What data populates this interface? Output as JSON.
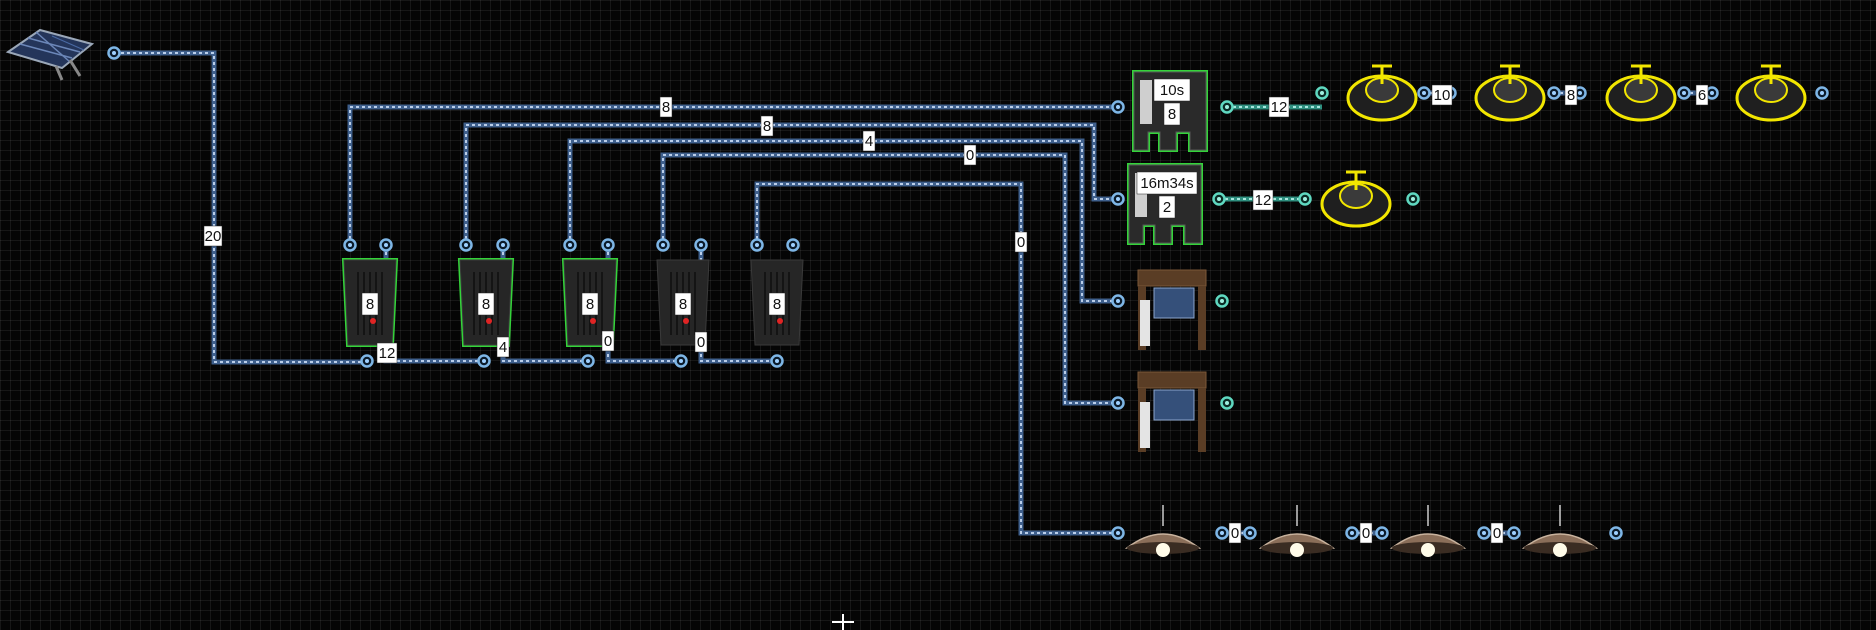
{
  "colors": {
    "background": "#050505",
    "grid": "#1d1d1d",
    "wire": "#3e5f8c",
    "wire_highlight": "#b9cde8",
    "active_outline": "#34d43a",
    "bulb_outline": "#f2e600",
    "port": "#7eb6e6",
    "label_bg": "#ffffff"
  },
  "wire_labels": {
    "solar_feed": "20",
    "to_first_battery": "12",
    "to_second_battery": "4",
    "to_third_battery": "0",
    "to_fourth_battery": "0",
    "battery1_out": "8",
    "battery2_out": "8",
    "battery3_out": "4",
    "battery4_out": "0",
    "battery5_out": "0",
    "timer1_out": "12",
    "timer2_out": "12",
    "bulb_chain_a": "10",
    "bulb_chain_b": "8",
    "bulb_chain_c": "6",
    "lamp_chain_a": "0",
    "lamp_chain_b": "0",
    "lamp_chain_c": "0"
  },
  "components": {
    "batteries": [
      {
        "charge_label": "8",
        "active": true,
        "icon": "battery-icon"
      },
      {
        "charge_label": "8",
        "active": true,
        "icon": "battery-icon"
      },
      {
        "charge_label": "8",
        "active": true,
        "icon": "battery-icon"
      },
      {
        "charge_label": "8",
        "active": false,
        "icon": "battery-icon"
      },
      {
        "charge_label": "8",
        "active": false,
        "icon": "battery-icon"
      }
    ],
    "timers": [
      {
        "time": "10s",
        "value": "8",
        "active": true,
        "icon": "timer-switch-icon"
      },
      {
        "time": "16m34s",
        "value": "2",
        "active": true,
        "icon": "timer-switch-icon"
      }
    ],
    "solar_panel": {
      "icon": "solar-panel-icon"
    },
    "switches": [
      {
        "icon": "electric-switch-icon"
      },
      {
        "icon": "electric-switch-icon"
      }
    ],
    "ceiling_lights": [
      {
        "icon": "ceiling-light-icon"
      },
      {
        "icon": "ceiling-light-icon"
      },
      {
        "icon": "ceiling-light-icon"
      },
      {
        "icon": "ceiling-light-icon"
      }
    ],
    "siren_lights": [
      {
        "icon": "siren-light-icon"
      },
      {
        "icon": "siren-light-icon"
      },
      {
        "icon": "siren-light-icon"
      },
      {
        "icon": "siren-light-icon"
      },
      {
        "icon": "siren-light-icon"
      }
    ]
  },
  "cursor": {
    "icon": "crosshair-cursor-icon"
  }
}
